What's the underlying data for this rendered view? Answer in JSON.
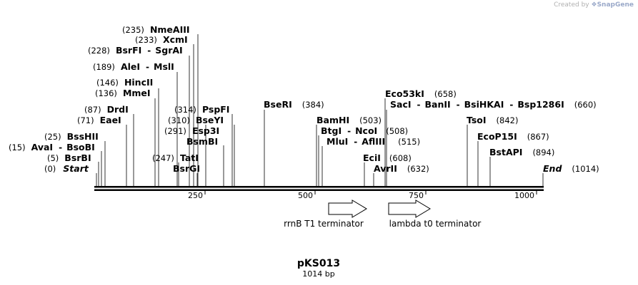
{
  "credit": {
    "prefix": "Created by",
    "brand": "SnapGene",
    "icon": "snapgene-logo-icon"
  },
  "map": {
    "name": "pKS013",
    "length_label": "1014 bp",
    "start_label": "Start",
    "start_pos": "(0)",
    "end_label": "End",
    "end_pos": "(1014)",
    "ruler_ticks": [
      "250",
      "500",
      "750",
      "1000"
    ],
    "features": [
      {
        "label": "rrnB T1 terminator"
      },
      {
        "label": "lambda t0 terminator"
      }
    ],
    "sites": [
      {
        "pos": "(5)",
        "enzymes": [
          "BsrBI"
        ]
      },
      {
        "pos": "(15)",
        "enzymes": [
          "AvaI",
          "BsoBI"
        ]
      },
      {
        "pos": "(25)",
        "enzymes": [
          "BssHII"
        ]
      },
      {
        "pos": "(71)",
        "enzymes": [
          "EaeI"
        ]
      },
      {
        "pos": "(87)",
        "enzymes": [
          "DrdI"
        ]
      },
      {
        "pos": "(136)",
        "enzymes": [
          "MmeI"
        ]
      },
      {
        "pos": "(146)",
        "enzymes": [
          "HincII"
        ]
      },
      {
        "pos": "(189)",
        "enzymes": [
          "AleI",
          "MslI"
        ]
      },
      {
        "pos": "(228)",
        "enzymes": [
          "BsrFI",
          "SgrAI"
        ]
      },
      {
        "pos": "(233)",
        "enzymes": [
          "XcmI"
        ]
      },
      {
        "pos": "(235)",
        "enzymes": [
          "NmeAIII"
        ]
      },
      {
        "pos": "(247)",
        "enzymes": [
          "TatI"
        ]
      },
      {
        "pos": "",
        "enzymes": [
          "BsrGI"
        ]
      },
      {
        "pos": "",
        "enzymes": [
          "BsmBI"
        ]
      },
      {
        "pos": "(291)",
        "enzymes": [
          "Esp3I"
        ]
      },
      {
        "pos": "(310)",
        "enzymes": [
          "BseYI"
        ]
      },
      {
        "pos": "(314)",
        "enzymes": [
          "PspFI"
        ]
      },
      {
        "pos": "(384)",
        "enzymes": [
          "BseRI"
        ]
      },
      {
        "pos": "(503)",
        "enzymes": [
          "BamHI"
        ]
      },
      {
        "pos": "(508)",
        "enzymes": [
          "BtgI",
          "NcoI"
        ]
      },
      {
        "pos": "(515)",
        "enzymes": [
          "MluI",
          "AflIII"
        ]
      },
      {
        "pos": "(608)",
        "enzymes": [
          "EciI"
        ]
      },
      {
        "pos": "(632)",
        "enzymes": [
          "AvrII"
        ]
      },
      {
        "pos": "(660)",
        "enzymes": [
          "SacI",
          "BanII",
          "BsiHKAI",
          "Bsp1286I"
        ]
      },
      {
        "pos": "(658)",
        "enzymes": [
          "Eco53kI"
        ]
      },
      {
        "pos": "(842)",
        "enzymes": [
          "TsoI"
        ]
      },
      {
        "pos": "(867)",
        "enzymes": [
          "EcoP15I"
        ]
      },
      {
        "pos": "(894)",
        "enzymes": [
          "BstAPI"
        ]
      }
    ]
  }
}
